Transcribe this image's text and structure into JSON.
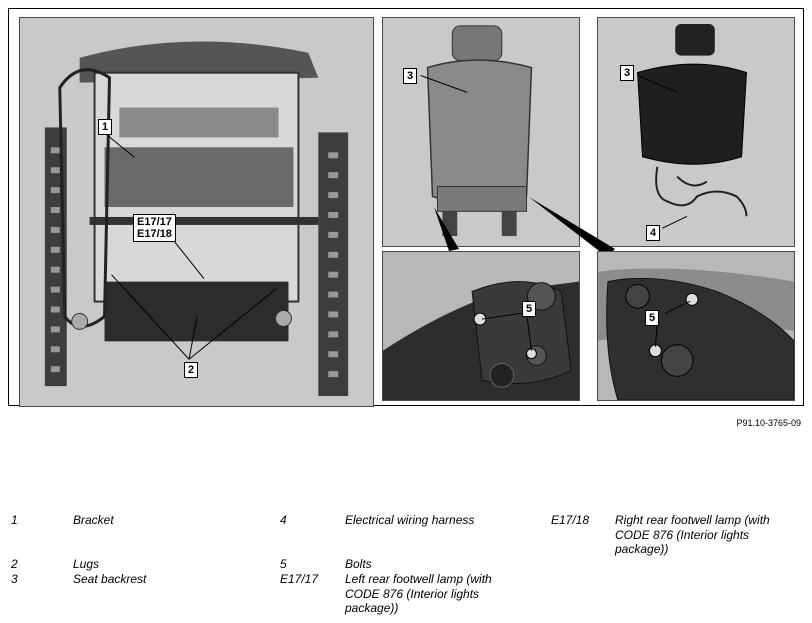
{
  "callouts": {
    "c1": "1",
    "c2": "2",
    "c3a": "3",
    "c3b": "3",
    "c4": "4",
    "c5a": "5",
    "c5b": "5",
    "e17": "E17/17\nE17/18"
  },
  "figure_code": "P91.10-3765-09",
  "legend": {
    "col1": [
      {
        "num": "1",
        "text": "Bracket"
      },
      {
        "num": "2",
        "text": "Lugs"
      },
      {
        "num": "3",
        "text": "Seat backrest"
      }
    ],
    "col2": [
      {
        "num": "4",
        "text": "Electrical wiring harness"
      },
      {
        "num": "5",
        "text": "Bolts"
      },
      {
        "num": "E17/17",
        "text": "Left rear footwell lamp (with CODE 876 (Interior lights package))"
      }
    ],
    "col3": [
      {
        "num": "E17/18",
        "text": "Right rear footwell lamp (with CODE 876 (Interior lights package))"
      }
    ]
  }
}
